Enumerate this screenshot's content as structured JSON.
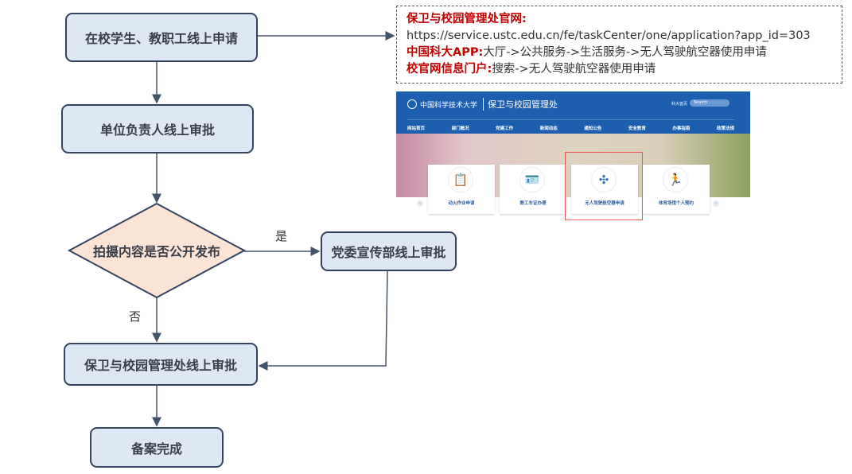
{
  "flow": {
    "step1": "在校学生、教职工线上申请",
    "step2": "单位负责人线上审批",
    "decision": "拍摄内容是否公开发布",
    "yes": "是",
    "no": "否",
    "step_yes": "党委宣传部线上审批",
    "step3": "保卫与校园管理处线上审批",
    "end": "备案完成"
  },
  "info": {
    "line1_key": "保卫与校园管理处官网:",
    "line2_url": "https://service.ustc.edu.cn/fe/taskCenter/one/application?app_id=303",
    "line3_key": "中国科大APP:",
    "line3_val": "大厅->公共服务->生活服务->无人驾驶航空器使用申请",
    "line4_key": "校官网信息门户:",
    "line4_val": "搜索->无人驾驶航空器使用申请"
  },
  "screenshot": {
    "logo": "中国科学技术大学",
    "site": "保卫与校园管理处",
    "home_link": "科大首页",
    "search": "Search",
    "nav": [
      "网站首页",
      "部门概况",
      "党建工作",
      "新闻动态",
      "通知公告",
      "安全教育",
      "办事指南",
      "政策法规"
    ],
    "cards": [
      {
        "label": "动火作业申请",
        "icon": "clipboard-icon"
      },
      {
        "label": "教工车证办理",
        "icon": "car-pass-icon"
      },
      {
        "label": "无人驾驶航空器申请",
        "icon": "drone-icon"
      },
      {
        "label": "体育场馆个人预约",
        "icon": "runner-icon"
      }
    ]
  }
}
